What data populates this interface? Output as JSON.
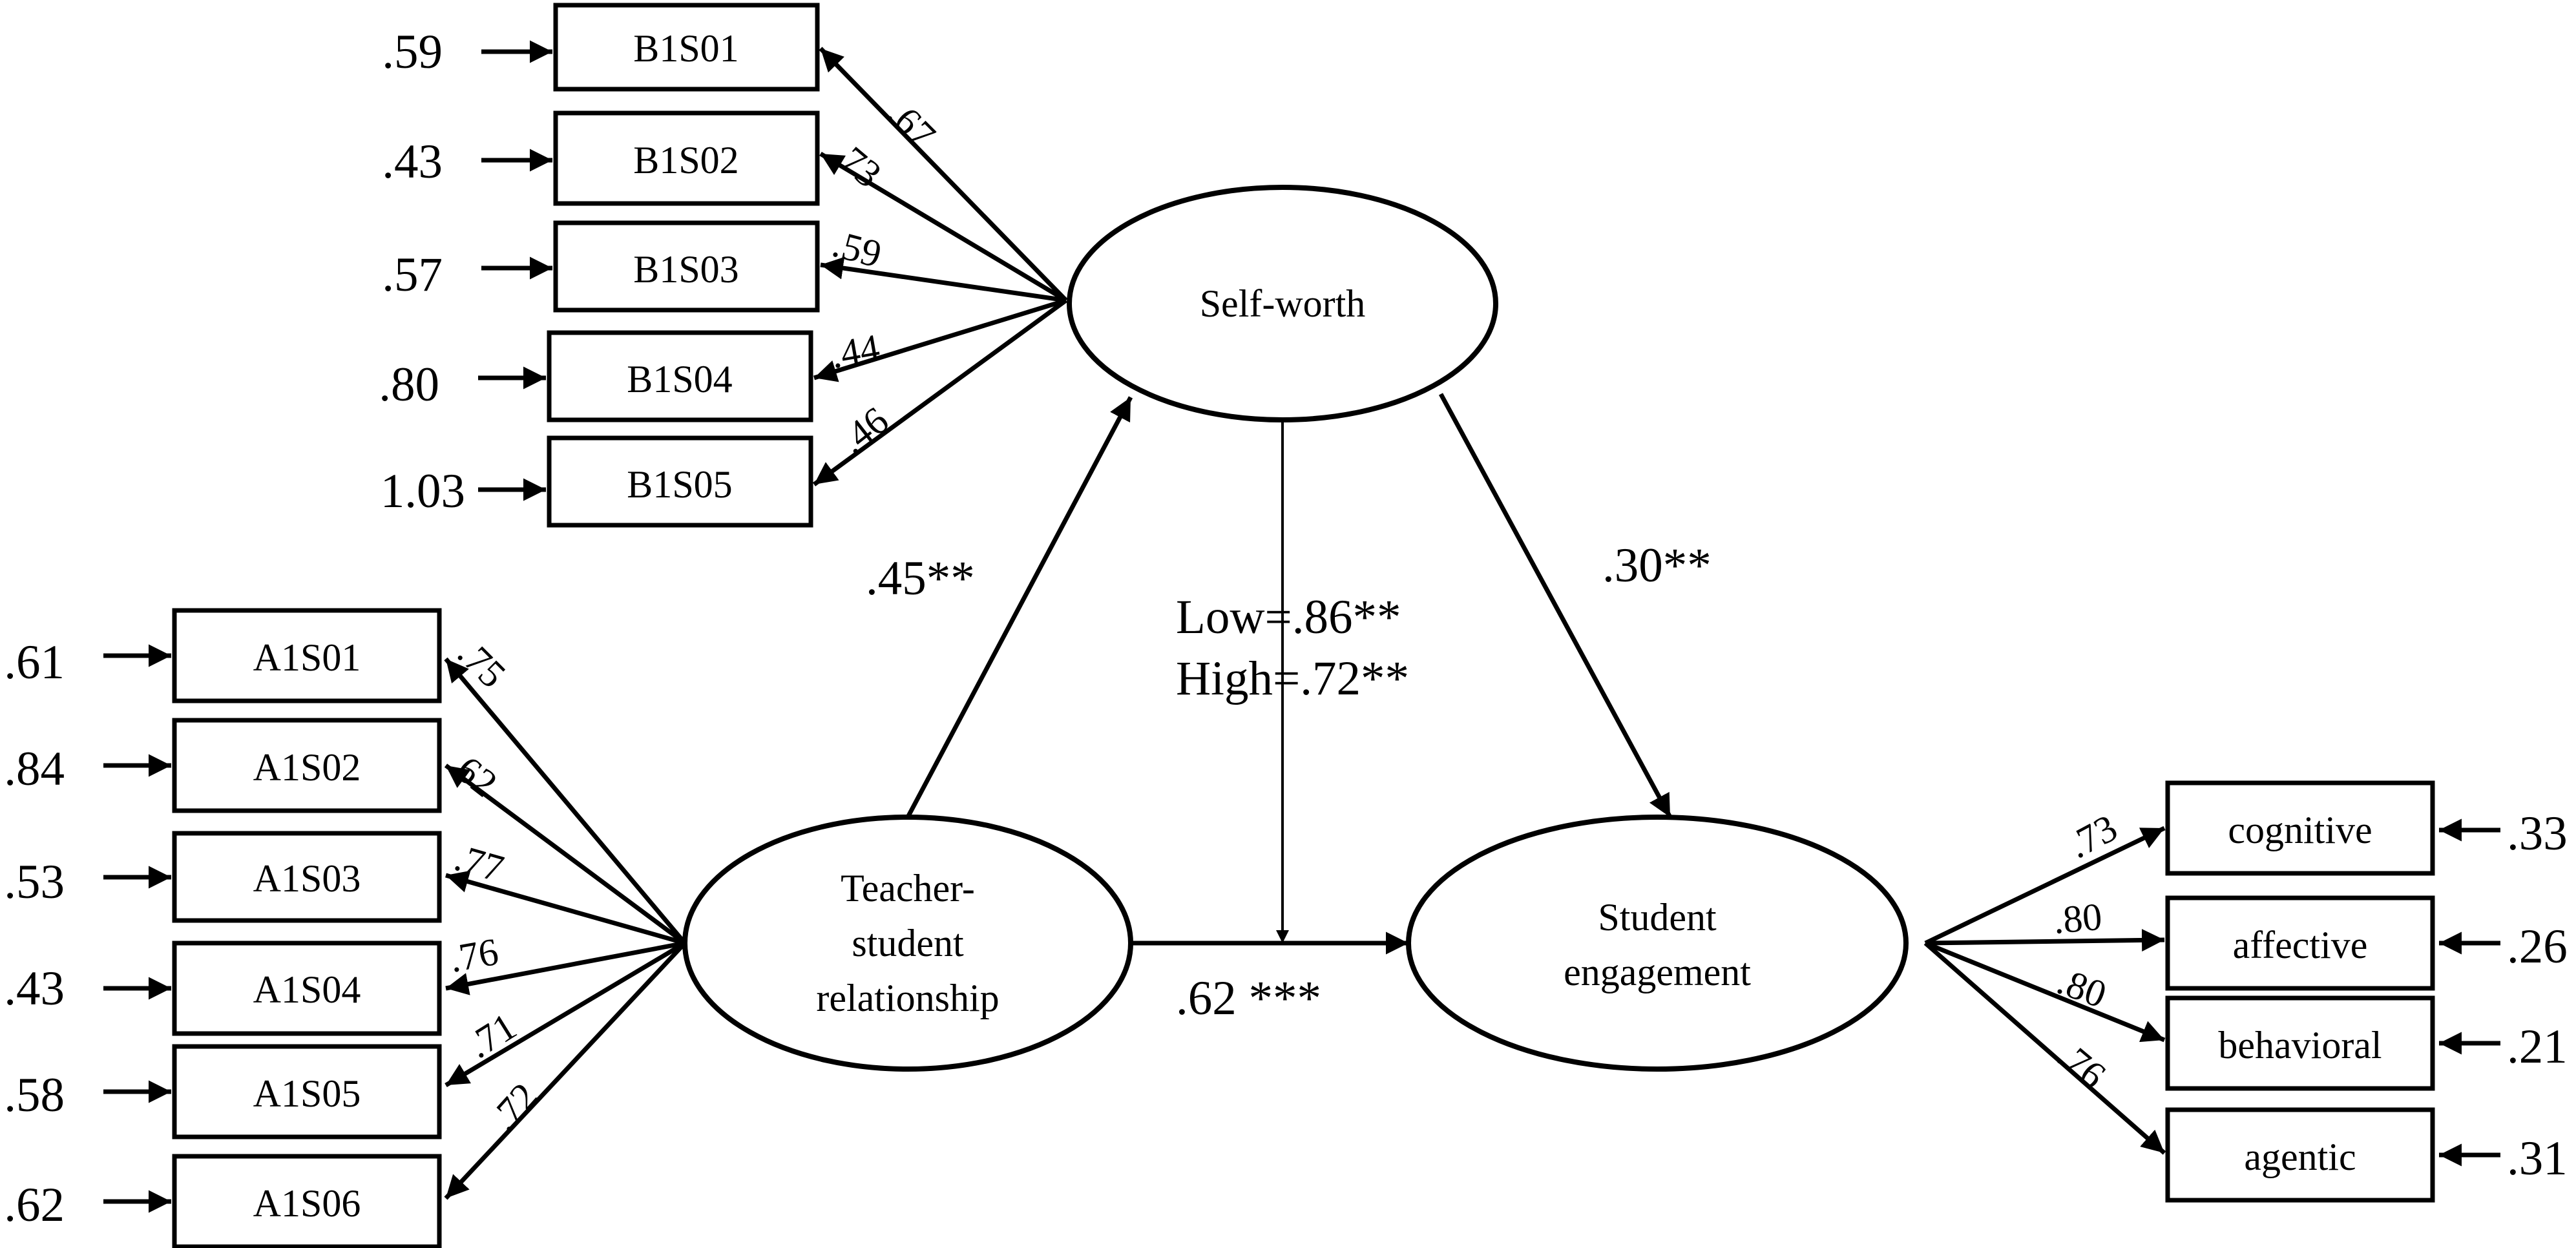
{
  "latents": {
    "self_worth": "Self-worth",
    "teacher_student": [
      "Teacher-",
      "student",
      "relationship"
    ],
    "student_engagement": [
      "Student",
      "engagement"
    ]
  },
  "indicators": {
    "self_worth": [
      {
        "name": "B1S01",
        "error": ".59",
        "loading": ".67"
      },
      {
        "name": "B1S02",
        "error": ".43",
        "loading": ".73"
      },
      {
        "name": "B1S03",
        "error": ".57",
        "loading": ".59"
      },
      {
        "name": "B1S04",
        "error": ".80",
        "loading": ".44"
      },
      {
        "name": "B1S05",
        "error": "1.03",
        "loading": ".46"
      }
    ],
    "teacher_student": [
      {
        "name": "A1S01",
        "error": ".61",
        "loading": ".75"
      },
      {
        "name": "A1S02",
        "error": ".84",
        "loading": ".62"
      },
      {
        "name": "A1S03",
        "error": ".53",
        "loading": ".77"
      },
      {
        "name": "A1S04",
        "error": ".43",
        "loading": ".76"
      },
      {
        "name": "A1S05",
        "error": ".58",
        "loading": ".71"
      },
      {
        "name": "A1S06",
        "error": ".62",
        "loading": ".72"
      }
    ],
    "student_engagement": [
      {
        "name": "cognitive",
        "error": ".33",
        "loading": ".73"
      },
      {
        "name": "affective",
        "error": ".26",
        "loading": ".80"
      },
      {
        "name": "behavioral",
        "error": ".21",
        "loading": ".80"
      },
      {
        "name": "agentic",
        "error": ".31",
        "loading": ".76"
      }
    ]
  },
  "paths": {
    "teacher_to_selfworth": ".45**",
    "selfworth_to_engagement": ".30**",
    "teacher_to_engagement": ".62 ***",
    "moderation_low": "Low=.86**",
    "moderation_high": "High=.72**"
  }
}
